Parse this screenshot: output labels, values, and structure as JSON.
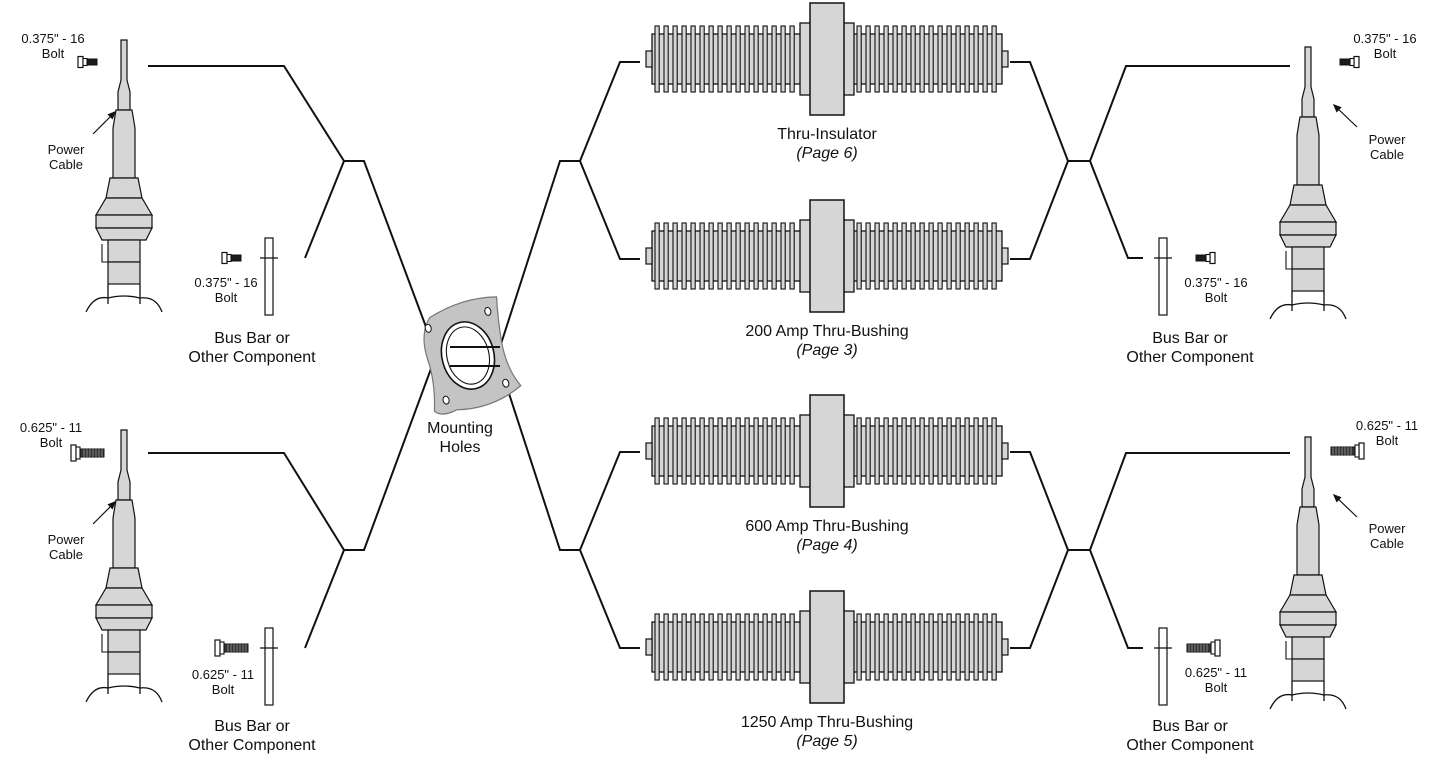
{
  "title": "",
  "center": {
    "mounting_holes_line1": "Mounting",
    "mounting_holes_line2": "Holes"
  },
  "devices": [
    {
      "name": "Thru-Insulator",
      "page": "(Page 6)"
    },
    {
      "name": "200 Amp Thru-Bushing",
      "page": "(Page 3)"
    },
    {
      "name": "600 Amp Thru-Bushing",
      "page": "(Page 4)"
    },
    {
      "name": "1250 Amp Thru-Bushing",
      "page": "(Page 5)"
    }
  ],
  "left": {
    "top": {
      "cable_bolt_line1": "0.375\" - 16",
      "cable_bolt_line2": "Bolt",
      "power_cable_line1": "Power",
      "power_cable_line2": "Cable",
      "bus_bolt_line1": "0.375\" - 16",
      "bus_bolt_line2": "Bolt",
      "bus_bar_line1": "Bus Bar or",
      "bus_bar_line2": "Other Component"
    },
    "bottom": {
      "cable_bolt_line1": "0.625\" - 11",
      "cable_bolt_line2": "Bolt",
      "power_cable_line1": "Power",
      "power_cable_line2": "Cable",
      "bus_bolt_line1": "0.625\" - 11",
      "bus_bolt_line2": "Bolt",
      "bus_bar_line1": "Bus Bar or",
      "bus_bar_line2": "Other Component"
    }
  },
  "right": {
    "top": {
      "cable_bolt_line1": "0.375\" - 16",
      "cable_bolt_line2": "Bolt",
      "power_cable_line1": "Power",
      "power_cable_line2": "Cable",
      "bus_bolt_line1": "0.375\" - 16",
      "bus_bolt_line2": "Bolt",
      "bus_bar_line1": "Bus Bar or",
      "bus_bar_line2": "Other Component"
    },
    "bottom": {
      "cable_bolt_line1": "0.625\" - 11",
      "cable_bolt_line2": "Bolt",
      "power_cable_line1": "Power",
      "power_cable_line2": "Cable",
      "bus_bolt_line1": "0.625\" - 11",
      "bus_bolt_line2": "Bolt",
      "bus_bar_line1": "Bus Bar or",
      "bus_bar_line2": "Other Component"
    }
  },
  "colors": {
    "line": "#111111",
    "fill": "#d6d6d6",
    "plate": "#c4c4c4",
    "bolt": "#1a1a1a"
  }
}
